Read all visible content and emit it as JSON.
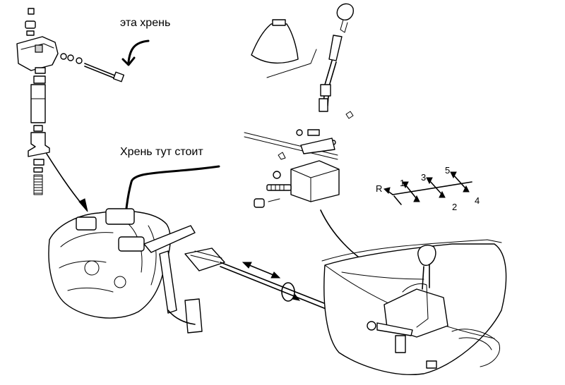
{
  "annotations": {
    "top_note": "эта хрень",
    "middle_note": "Хрень тут стоит"
  },
  "shift_pattern": {
    "reverse": "R",
    "gears": [
      "1",
      "2",
      "3",
      "4",
      "5"
    ]
  }
}
